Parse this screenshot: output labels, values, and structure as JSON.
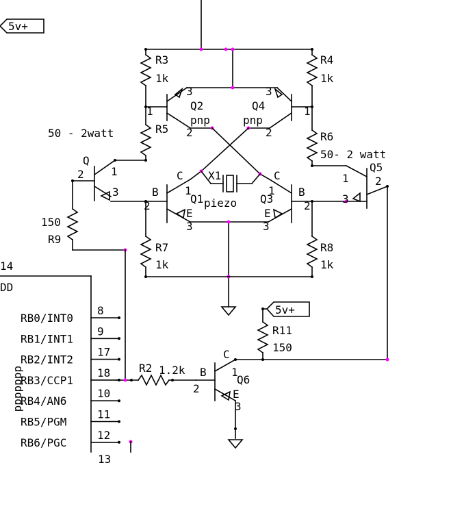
{
  "supply": {
    "top": "5v+",
    "q6": "5v+"
  },
  "resistors": {
    "r3": {
      "ref": "R3",
      "value": "1k"
    },
    "r4": {
      "ref": "R4",
      "value": "1k"
    },
    "r5": {
      "ref": "R5",
      "value": "50 - 2watt"
    },
    "r6": {
      "ref": "R6",
      "value": "50- 2 watt"
    },
    "r7": {
      "ref": "R7",
      "value": "1k"
    },
    "r8": {
      "ref": "R8",
      "value": "1k"
    },
    "r9": {
      "ref": "R9",
      "value": "150"
    },
    "r11": {
      "ref": "R11",
      "value": "150"
    },
    "r2": {
      "ref": "R2",
      "value": "1.2k"
    }
  },
  "transistors": {
    "q": {
      "ref": "Q"
    },
    "q1": {
      "ref": "Q1"
    },
    "q2": {
      "ref": "Q2",
      "type": "pnp"
    },
    "q3": {
      "ref": "Q3"
    },
    "q4": {
      "ref": "Q4",
      "type": "pnp"
    },
    "q5": {
      "ref": "Q5"
    },
    "q6": {
      "ref": "Q6"
    }
  },
  "pin_letters": {
    "c": "C",
    "b": "B",
    "e": "E"
  },
  "pin_numbers": {
    "one": "1",
    "two": "2",
    "three": "3"
  },
  "crystal": {
    "ref": "X1",
    "label": "piezo"
  },
  "mcu": {
    "top_pin": "14",
    "top_label": "DD",
    "pins": [
      {
        "name": "RB0/INT0",
        "num": "8"
      },
      {
        "name": "RB1/INT1",
        "num": "9"
      },
      {
        "name": "RB2/INT2",
        "num": "17"
      },
      {
        "name": "RB3/CCP1",
        "num": "18"
      },
      {
        "name": "RB4/AN6",
        "num": "10"
      },
      {
        "name": "RB5/PGM",
        "num": "11"
      },
      {
        "name": "RB6/PGC",
        "num": "12"
      }
    ]
  }
}
